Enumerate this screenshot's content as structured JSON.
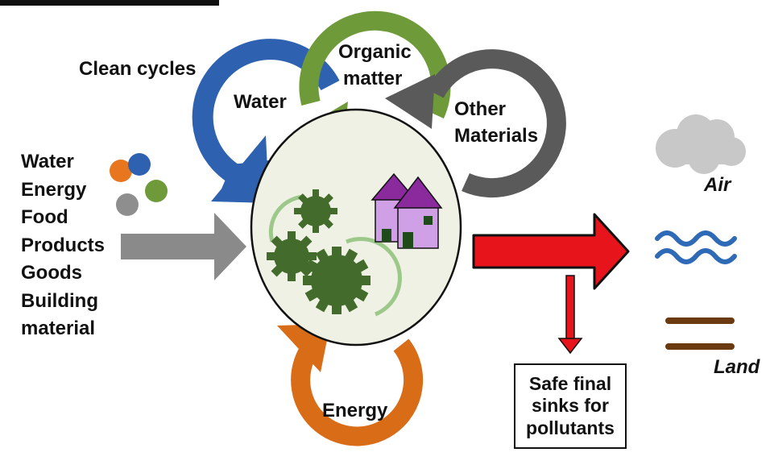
{
  "labels": {
    "clean_cycles": "Clean cycles",
    "water_cycle": "Water",
    "organic_matter_line1": "Organic",
    "organic_matter_line2": "matter",
    "other_materials_line1": "Other",
    "other_materials_line2": "Materials",
    "energy_cycle": "Energy",
    "air": "Air",
    "land": "Land",
    "sinks": "Safe final\nsinks for\npollutants"
  },
  "inputs": [
    "Water",
    "Energy",
    "Food",
    "Products",
    "Goods",
    "Building",
    "material"
  ],
  "colors": {
    "water_cycle": "#2e62b0",
    "organic_cycle": "#6f9a3a",
    "other_cycle": "#5a5a5a",
    "energy_cycle": "#d96c16",
    "city_fill": "#eef1e4",
    "gear": "#436b2c",
    "gear_ring": "#9cc98a",
    "house": "#cfa0e6",
    "roof": "#8a2a9c",
    "input_arrow": "#8a8a8a",
    "output_arrow": "#e8141b",
    "cloud": "#c8c8c8",
    "water_waves": "#2f6ab6",
    "land_lines": "#6b3a10",
    "dot_orange": "#e8761e",
    "dot_blue": "#2e62b0",
    "dot_green": "#6f9a3a",
    "dot_gray": "#8e8e8e"
  }
}
